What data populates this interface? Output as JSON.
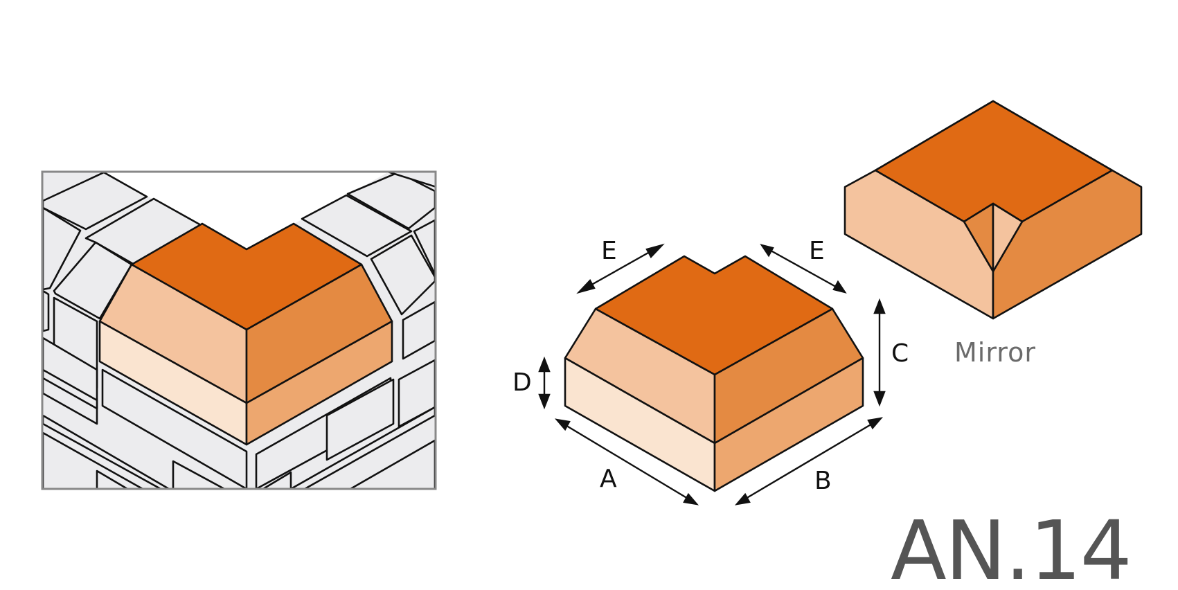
{
  "title": "AN.14",
  "product_code": "AN.14",
  "variant_label": "Mirror",
  "dimension_labels": {
    "a": "A",
    "b": "B",
    "c": "C",
    "d": "D",
    "e_left": "E",
    "e_right": "E"
  },
  "colors": {
    "top_face": "#e06a14",
    "left_face_upper": "#f4c39e",
    "left_face_lower": "#fae4d0",
    "right_face_upper": "#e48a42",
    "right_face_lower": "#eda76f",
    "wall_fill": "#ececee",
    "wall_border": "#888888",
    "outline": "#111111",
    "text_gray": "#555555"
  },
  "panels": [
    {
      "id": "installation-view",
      "description": "Angle brick set in wall corner"
    },
    {
      "id": "dimension-view",
      "description": "Angle brick with dimensions A, B, C, D, E"
    },
    {
      "id": "mirror-view",
      "description": "Mirrored angle brick"
    }
  ]
}
